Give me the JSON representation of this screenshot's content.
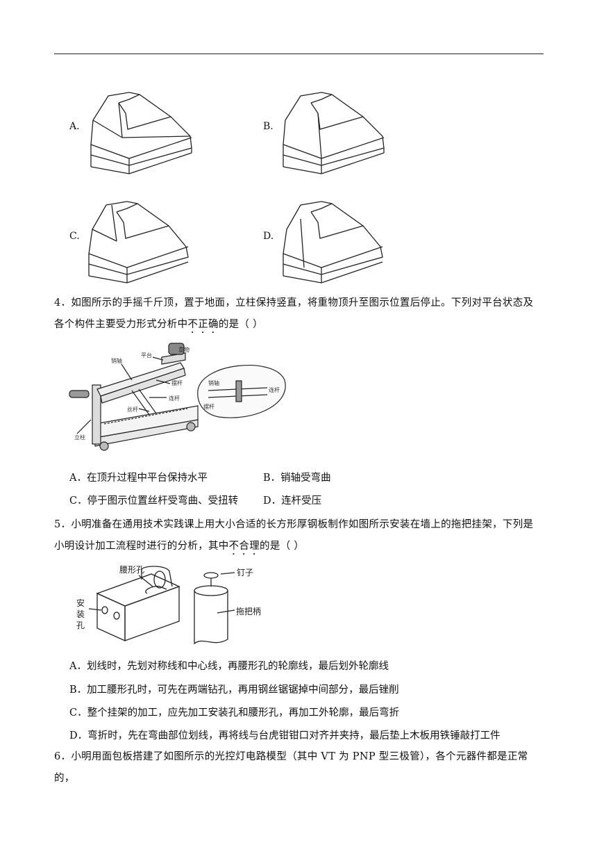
{
  "q3": {
    "options": [
      "A.",
      "B.",
      "C.",
      "D."
    ]
  },
  "q4": {
    "number": "4．",
    "stem_1": "如图所示的手摇千斤顶，置于地面，立柱保持竖直，将重物顶升至图示位置后停止。下列对平台状态及",
    "stem_2a": "各个构件主要受力形式分析中",
    "stem_2_emph": "不正确",
    "stem_2b": "的是（    ）",
    "figure_labels": {
      "weight": "重物",
      "platform": "平台",
      "pin": "销轴",
      "swing_rod": "摆杆",
      "connecting_rod": "连杆",
      "screw": "丝杆",
      "column": "立柱",
      "detail_pin": "销轴",
      "detail_rod": "连杆",
      "detail_swing": "摆杆"
    },
    "choices": {
      "A": "A．在顶升过程中平台保持水平",
      "B": "B．销轴受弯曲",
      "C": "C．停于图示位置丝杆受弯曲、受扭转",
      "D": "D．连杆受压"
    }
  },
  "q5": {
    "stem_1": "5．小明准备在通用技术实践课上用大小合适的长方形厚钢板制作如图所示安装在墙上的拖把挂架，下列是",
    "stem_2a": "小明设计加工流程时进行的分析，其中",
    "stem_2_emph": "不合理",
    "stem_2b": "的是（    ）",
    "figure_labels": {
      "waist_hole": "腰形孔",
      "mount_hole_1": "安",
      "mount_hole_2": "装",
      "mount_hole_3": "孔",
      "nail": "钉子",
      "handle": "拖把柄"
    },
    "choices": {
      "A": "A．划线时，先划对称线和中心线，再腰形孔的轮廓线，最后划外轮廓线",
      "B": "B．加工腰形孔时，可先在两端钻孔，再用钢丝锯锯掉中间部分，最后锉削",
      "C": "C．整个挂架的加工，应先加工安装孔和腰形孔，再加工外轮廓，最后弯折",
      "D": "D．弯折时，先在弯曲部位划线，再将线与台虎钳钳口对齐并夹持，最后垫上木板用铁锤敲打工件"
    }
  },
  "q6": {
    "stem_1": "6．小明用面包板搭建了如图所示的光控灯电路模型（其中 VT 为 PNP 型三极管），各个元器件都是正常的，"
  }
}
